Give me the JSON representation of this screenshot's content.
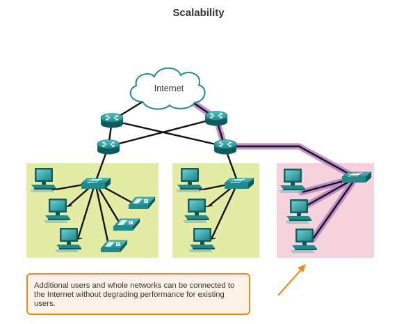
{
  "title": "Scalability",
  "cloud_label": "Internet",
  "callout_text": "Additional users and whole networks can be connected to the Internet without degrading performance for existing users.",
  "colors": {
    "device_teal": "#1f8b8d",
    "device_teal_dark": "#0f5f61",
    "link_black": "#111111",
    "highlight_purple": "#a45ab9",
    "area_green": "#e4eba4",
    "area_pink": "#f5d3da",
    "callout_border": "#f08a1c",
    "callout_fill": "#fdf2e6"
  },
  "icons": [
    "cloud-icon",
    "router-icon",
    "switch-icon",
    "pc-icon",
    "ip-phone-icon",
    "arrow-icon"
  ]
}
